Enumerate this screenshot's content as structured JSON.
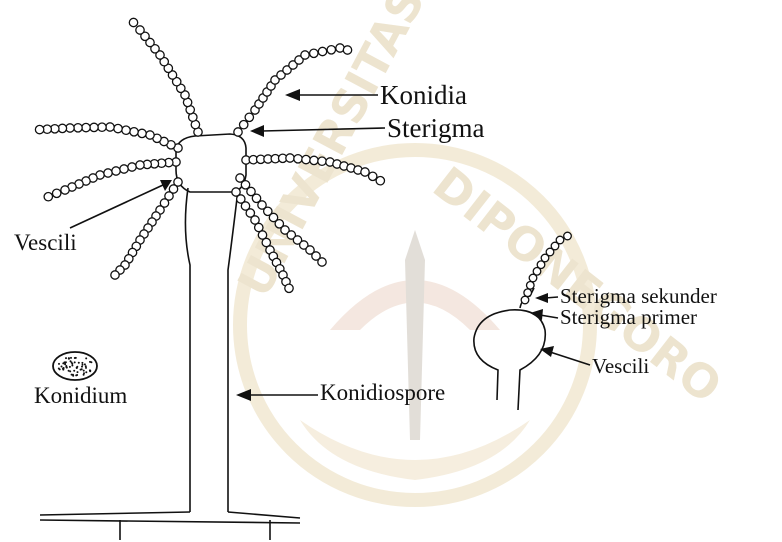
{
  "labels": {
    "konidia": "Konidia",
    "sterigma": "Sterigma",
    "vescili_left": "Vescili",
    "konidium": "Konidium",
    "konidiospore": "Konidiospore",
    "sterigma_sekunder": "Sterigma sekunder",
    "sterigma_primer": "Sterigma primer",
    "vescili_right": "Vescili"
  },
  "watermark": {
    "text_left": "UNIVERSITAS",
    "text_right": "DIPONEGORO"
  },
  "colors": {
    "ink": "#111111",
    "watermark": "#e7dcc0",
    "watermark_emblem": "#ecd3c7",
    "background": "#ffffff"
  }
}
